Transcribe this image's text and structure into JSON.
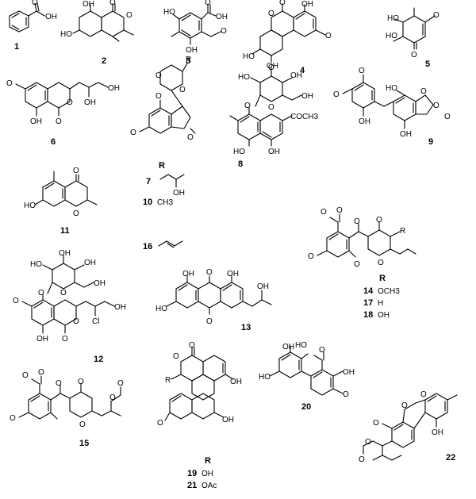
{
  "compounds": [
    {
      "id": "1",
      "labels": [
        "OH",
        "O"
      ]
    },
    {
      "id": "2",
      "labels": [
        "OH",
        "O",
        "HO",
        "O"
      ]
    },
    {
      "id": "3",
      "labels": [
        "HO",
        "O",
        "OH",
        "OH",
        "O"
      ]
    },
    {
      "id": "4",
      "labels": [
        "O",
        "O",
        "OH",
        "O",
        "HO",
        "O"
      ]
    },
    {
      "id": "5",
      "labels": [
        "HO",
        "O",
        "HO",
        "O"
      ]
    },
    {
      "id": "6",
      "labels": [
        "O",
        "OH",
        "OH",
        "O",
        "O",
        "OH"
      ]
    },
    {
      "id": "7",
      "labels": [
        "R",
        "O",
        "O",
        "O",
        "O",
        "O"
      ]
    },
    {
      "id": "8",
      "labels": [
        "OH",
        "HO",
        "OH",
        "O",
        "OH",
        "O",
        "COCH3",
        "HO",
        "OH"
      ]
    },
    {
      "id": "9",
      "labels": [
        "O",
        "O",
        "HO",
        "O",
        "O",
        "OH",
        "OH",
        "O"
      ]
    },
    {
      "id": "10",
      "labels": [
        "OH",
        "CH3"
      ]
    },
    {
      "id": "11",
      "labels": [
        "O",
        "O",
        "HO"
      ]
    },
    {
      "id": "12",
      "labels": [
        "OH",
        "HO",
        "OH",
        "O",
        "OH",
        "O",
        "O",
        "OH",
        "Cl",
        "O",
        "OH"
      ]
    },
    {
      "id": "13",
      "labels": [
        "OH",
        "O",
        "OH",
        "OH",
        "HO",
        "O"
      ]
    },
    {
      "id": "14",
      "labels": [
        "O",
        "O",
        "O",
        "O",
        "R",
        "O",
        "O",
        "O"
      ]
    },
    {
      "id": "15",
      "labels": [
        "O",
        "O",
        "O",
        "O",
        "O",
        "O",
        "O",
        "O"
      ]
    },
    {
      "id": "16",
      "labels": []
    },
    {
      "id": "17",
      "labels": [
        "H"
      ]
    },
    {
      "id": "18",
      "labels": [
        "OH"
      ]
    },
    {
      "id": "19",
      "labels": [
        "OH"
      ]
    },
    {
      "id": "20",
      "labels": [
        "HO",
        "O",
        "OH",
        "HO",
        "OH",
        "O"
      ]
    },
    {
      "id": "21",
      "labels": [
        "OAc"
      ]
    },
    {
      "id": "22",
      "labels": [
        "O",
        "O",
        "O",
        "OH",
        "O",
        "O"
      ]
    }
  ],
  "r_groups": [
    {
      "header": "R",
      "entries": [
        {
          "num": "7",
          "sub": ""
        },
        {
          "num": "10",
          "sub": "CH3"
        },
        {
          "num": "16",
          "sub": ""
        }
      ]
    },
    {
      "header": "R",
      "entries": [
        {
          "num": "14",
          "sub": "OCH3"
        },
        {
          "num": "17",
          "sub": "H"
        },
        {
          "num": "18",
          "sub": "OH"
        }
      ]
    },
    {
      "header": "R",
      "entries": [
        {
          "num": "19",
          "sub": "OH"
        },
        {
          "num": "21",
          "sub": "OAc"
        }
      ]
    }
  ],
  "text": {
    "n1": "1",
    "n2": "2",
    "n3": "3",
    "n4": "4",
    "n5": "5",
    "n6": "6",
    "n7": "7",
    "n8": "8",
    "n9": "9",
    "n10": "10",
    "n11": "11",
    "n12": "12",
    "n13": "13",
    "n14": "14",
    "n15": "15",
    "n16": "16",
    "n17": "17",
    "n18": "18",
    "n19": "19",
    "n20": "20",
    "n21": "21",
    "n22": "22",
    "OH": "OH",
    "HO": "HO",
    "O": "O",
    "Cl": "Cl",
    "R": "R",
    "COCH3": "COCH3",
    "CH3": "CH3",
    "OCH3": "OCH3",
    "H": "H",
    "OAc": "OAc"
  }
}
